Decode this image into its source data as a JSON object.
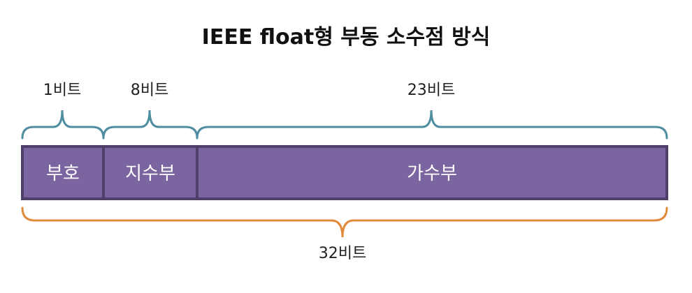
{
  "title": "IEEE float형 부동 소수점 방식",
  "colors": {
    "field_fill": "#7a65a0",
    "field_border": "#4e3f6b",
    "top_brace": "#4f8ea1",
    "bottom_brace": "#e08a3c"
  },
  "fields": [
    {
      "label": "부호",
      "bits": 1,
      "bits_label": "1비트"
    },
    {
      "label": "지수부",
      "bits": 8,
      "bits_label": "8비트"
    },
    {
      "label": "가수부",
      "bits": 23,
      "bits_label": "23비트"
    }
  ],
  "total": {
    "bits": 32,
    "bits_label": "32비트"
  }
}
